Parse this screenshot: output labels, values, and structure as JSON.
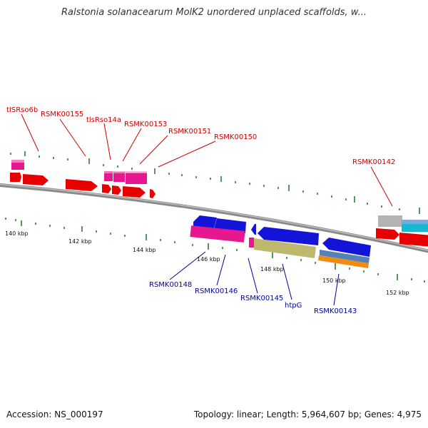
{
  "title": "Ralstonia solanacearum MolK2 unordered unplaced scaffolds, w...",
  "footer": {
    "accession": "Accession: NS_000197",
    "summary": "Topology: linear; Length: 5,964,607 bp; Genes: 4,975"
  },
  "colors": {
    "background": "#ffffff",
    "backbone": "#808080",
    "tick": "#2e7d32",
    "upper_label": "#cc0000",
    "lower_label": "#000099",
    "axis_label": "#111111",
    "red_gene": "#e60000",
    "pink_gene": "#e6178f",
    "blue_gene": "#1414d8",
    "khaki_gene": "#bdb86e",
    "grey_gene": "#b3b3b3",
    "cyan_gene": "#19b8d0",
    "steel_gene": "#5580b8",
    "orange_gene": "#f08a10"
  },
  "scale_labels": [
    "140 kbp",
    "142 kbp",
    "144 kbp",
    "146 kbp",
    "148 kbp",
    "150 kbp",
    "152 kbp"
  ],
  "upper_gene_labels": [
    "tISRso6b",
    "RSMK00155",
    "tlsRso14a",
    "RSMK00153",
    "RSMK00151",
    "RSMK00150",
    "RSMK00142"
  ],
  "lower_gene_labels": [
    "RSMK00148",
    "RSMK00146",
    "RSMK00145",
    "htpG",
    "RSMK00143"
  ]
}
